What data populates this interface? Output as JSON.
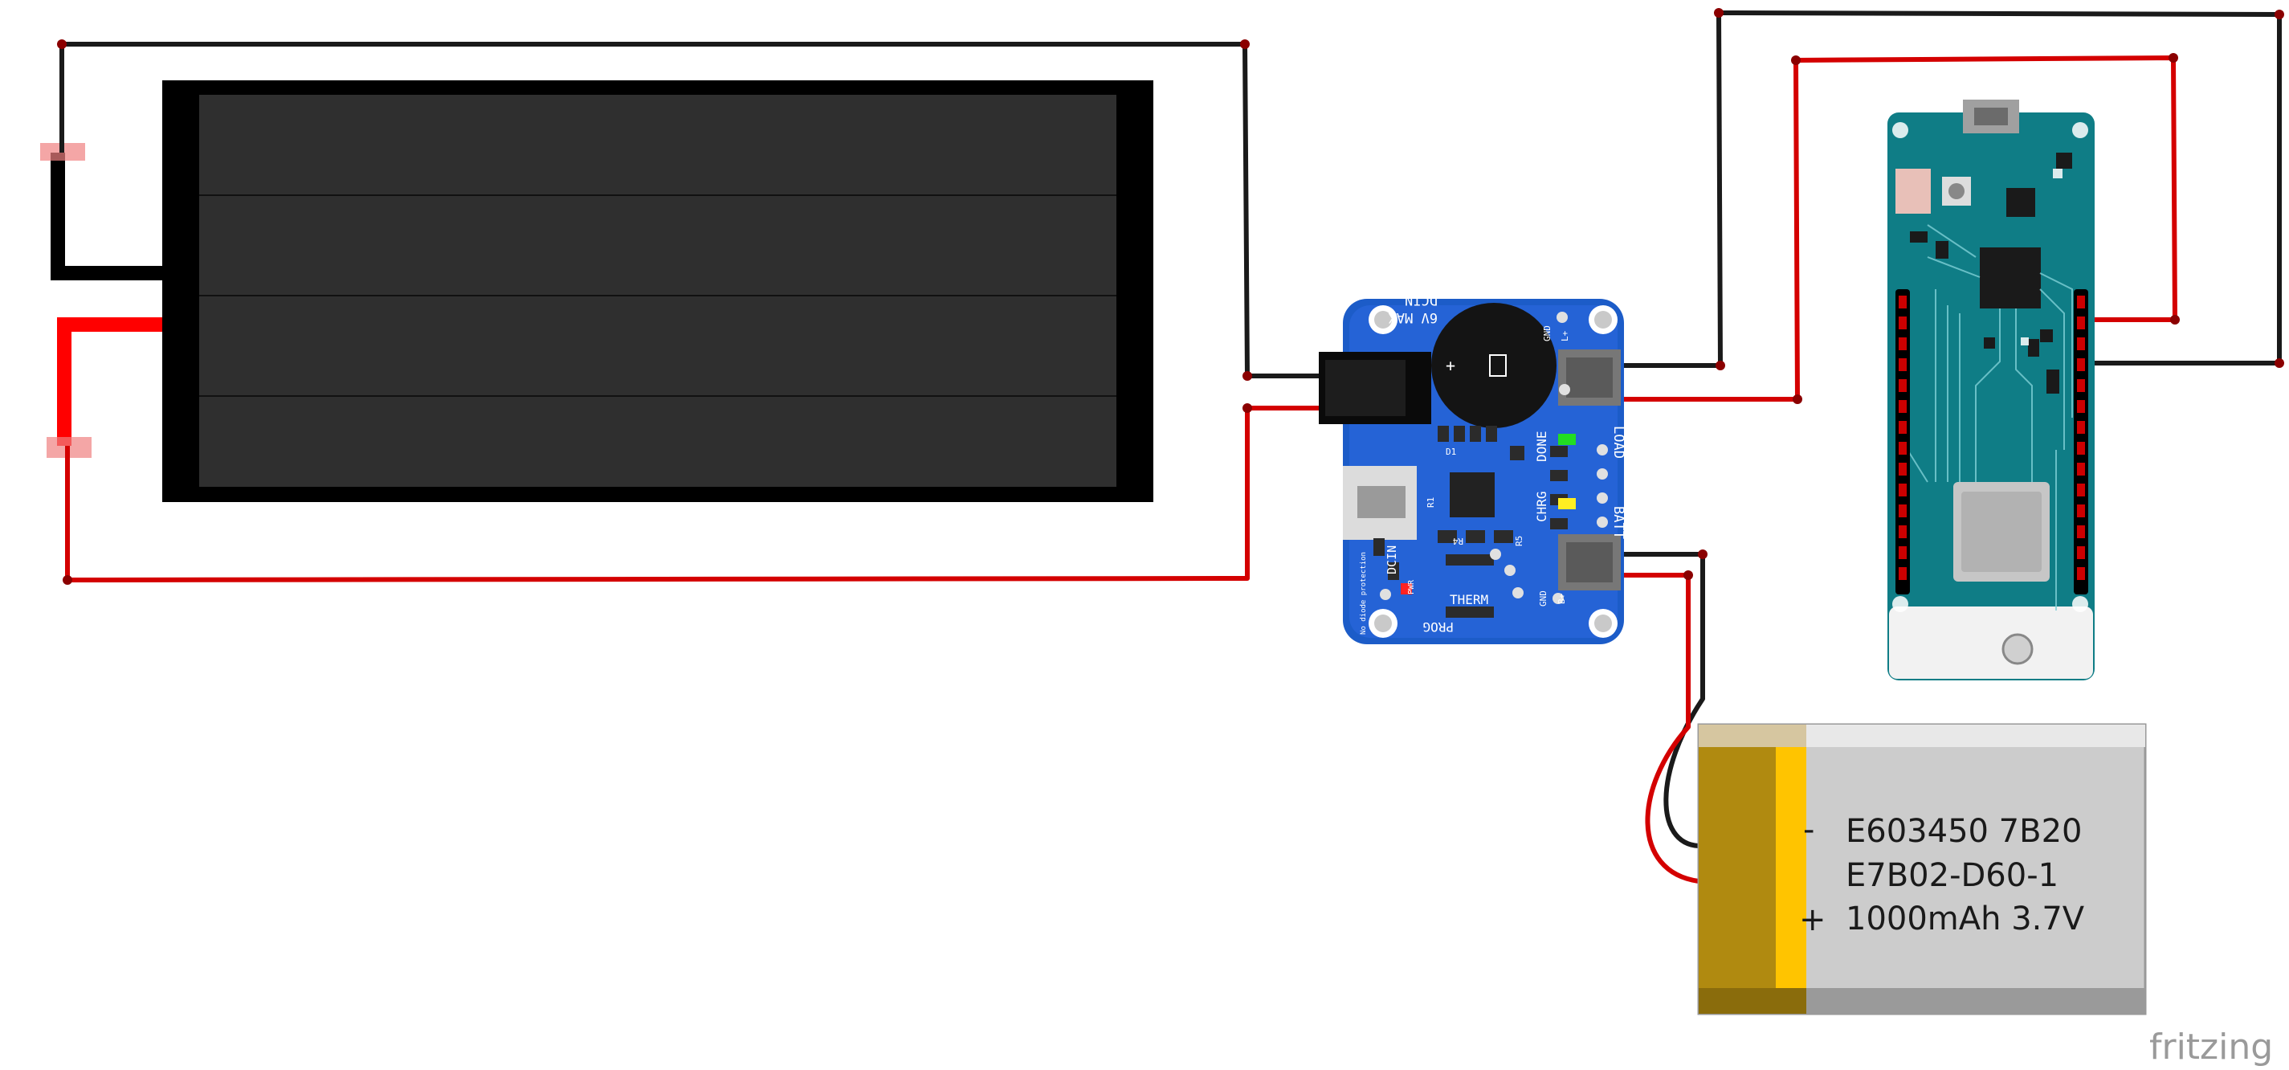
{
  "diagram": {
    "components": {
      "solar_panel": {},
      "charger": {
        "silk_labels": {
          "max": "6V MAX",
          "dcin_top": "DCIN",
          "load": "LOAD",
          "batt": "BATT",
          "done": "DONE",
          "chrg": "CHRG",
          "therm": "THERM",
          "prog": "PROG",
          "pwr": "PWR",
          "dcin_side": "DCIN",
          "gnd_top": "GND",
          "l_plus": "L+",
          "gnd_bottom": "GND",
          "b_plus": "B+",
          "r1": "R1",
          "r4": "R4",
          "r5": "R5",
          "d1": "D1",
          "plus": "+",
          "note": "No diode protection"
        }
      },
      "microcontroller": {},
      "battery": {
        "line1": "E603450 7B20",
        "line2": "E7B02-D60-1",
        "line3": "1000mAh 3.7V",
        "minus": "-",
        "plus": "+"
      }
    },
    "wire_colors": {
      "positive": "#d40000",
      "ground": "#1a1a1a"
    },
    "watermark": "fritzing"
  }
}
